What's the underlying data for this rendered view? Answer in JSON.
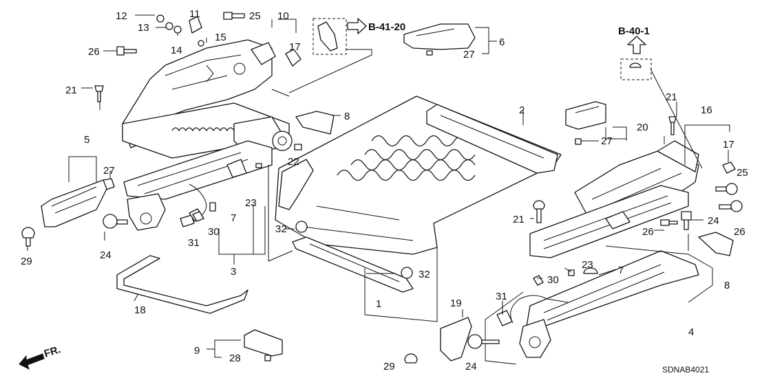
{
  "diagram": {
    "code": "SDNAB4021",
    "front_indicator": "FR.",
    "references": [
      "B-41-20",
      "B-40-1"
    ],
    "callouts": [
      "1",
      "2",
      "3",
      "4",
      "5",
      "6",
      "7",
      "7",
      "8",
      "8",
      "9",
      "10",
      "11",
      "12",
      "13",
      "14",
      "15",
      "16",
      "17",
      "17",
      "18",
      "19",
      "20",
      "21",
      "21",
      "21",
      "22",
      "23",
      "23",
      "24",
      "24",
      "24",
      "25",
      "25",
      "26",
      "26",
      "26",
      "27",
      "27",
      "27",
      "27",
      "28",
      "29",
      "29",
      "30",
      "30",
      "31",
      "31",
      "32",
      "32"
    ]
  },
  "colors": {
    "ink": "#111111",
    "background": "#ffffff"
  }
}
